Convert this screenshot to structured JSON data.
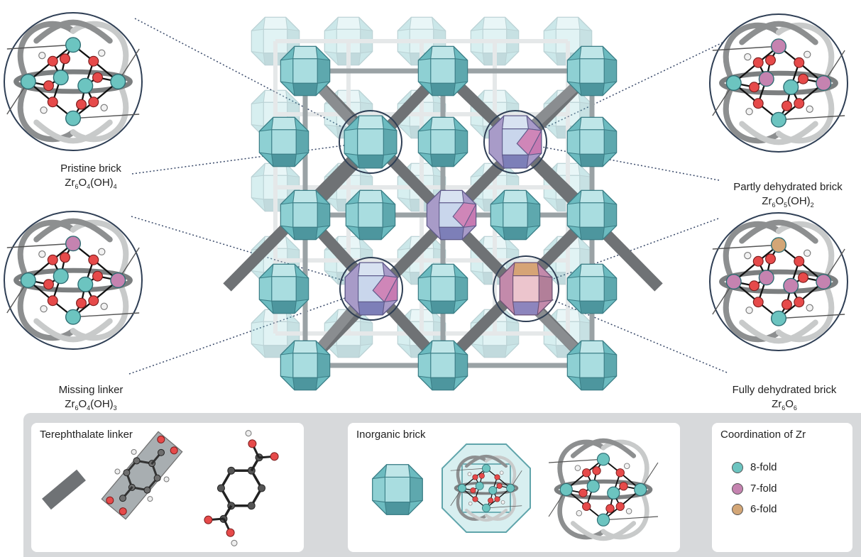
{
  "labels": {
    "pristine": {
      "name": "Pristine brick",
      "formula_html": "Zr<sub>6</sub>O<sub>4</sub>(OH)<sub>4</sub>"
    },
    "partly": {
      "name": "Partly dehydrated brick",
      "formula_html": "Zr<sub>6</sub>O<sub>5</sub>(OH)<sub>2</sub>"
    },
    "missing": {
      "name": "Missing linker",
      "formula_html": "Zr<sub>6</sub>O<sub>4</sub>(OH)<sub>3</sub>"
    },
    "fully": {
      "name": "Fully dehydrated brick",
      "formula_html": "Zr<sub>6</sub>O<sub>6</sub>"
    }
  },
  "panels": {
    "linker": {
      "title": "Terephthalate linker"
    },
    "brick": {
      "title": "Inorganic brick"
    },
    "coordination": {
      "title": "Coordination of Zr",
      "items": [
        {
          "label": "8-fold",
          "color": "#6cc4c0"
        },
        {
          "label": "7-fold",
          "color": "#c583b0"
        },
        {
          "label": "6-fold",
          "color": "#d3a676"
        }
      ]
    }
  },
  "colors": {
    "teal": "#6cc4c0",
    "teal_dark": "#4f9ca3",
    "pink": "#c583b0",
    "orange": "#d3a676",
    "oxygen": "#e64a4a",
    "linker": "#6f7275",
    "ring": "#2f3f55"
  }
}
